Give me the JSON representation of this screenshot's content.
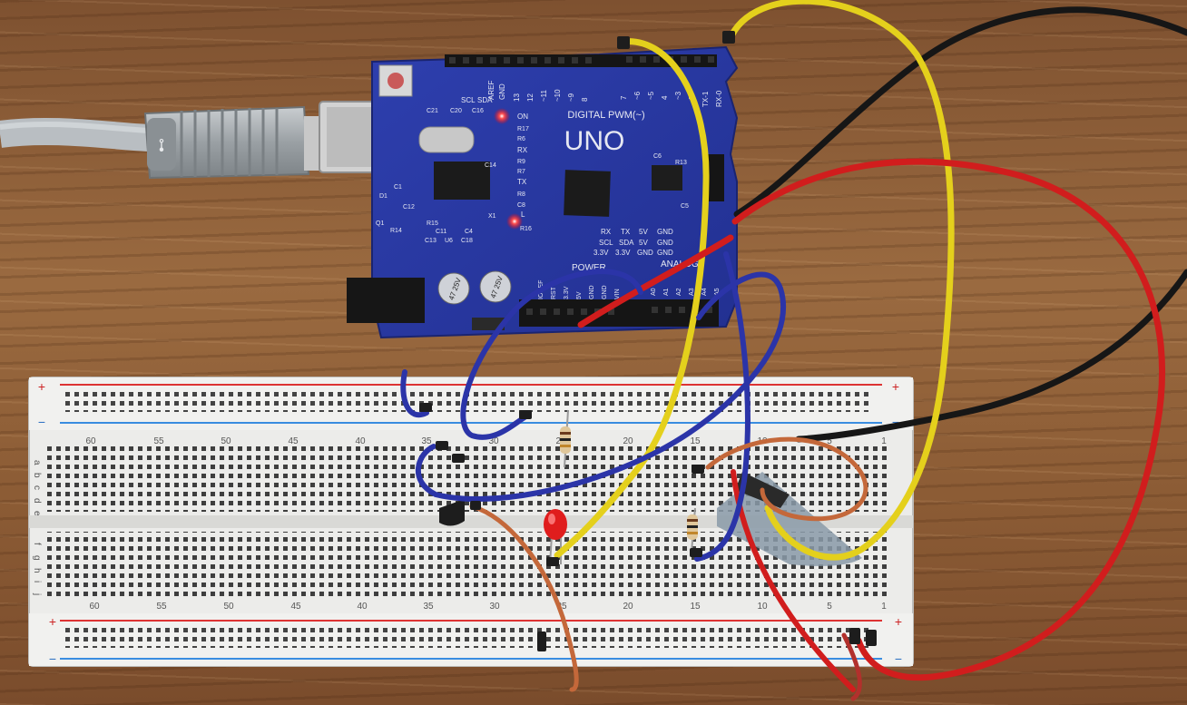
{
  "board": {
    "name": "UNO",
    "digital_label": "DIGITAL PWM(~)",
    "power_label": "POWER",
    "analog_label": "ANALOG",
    "pin_labels": [
      "SCL",
      "SDA",
      "AREF",
      "GND",
      "13",
      "12",
      "~11",
      "~10",
      "~9",
      "8",
      "7",
      "~6",
      "~5",
      "4",
      "~3",
      "2",
      "TX-1",
      "RX-0"
    ],
    "led_labels": [
      "ON",
      "TX",
      "RX",
      "L"
    ],
    "component_labels": [
      "C21",
      "C20",
      "C16",
      "R17",
      "R6",
      "R9",
      "R7",
      "R8",
      "C8",
      "C14",
      "R16",
      "C6",
      "R13",
      "C5",
      "X1",
      "C1",
      "C12",
      "R14",
      "C11",
      "C4",
      "C13",
      "U6",
      "C18",
      "R15",
      "D1",
      "Q1"
    ],
    "header_labels": [
      "RX",
      "TX",
      "5V",
      "GND",
      "SCL",
      "SDA",
      "5V",
      "GND",
      "3.3V",
      "3.3V",
      "GND",
      "GND"
    ],
    "bottom_pins": [
      "IOREF",
      "RST",
      "3.3V",
      "5V",
      "GND",
      "GND",
      "VIN",
      "A0",
      "A1",
      "A2",
      "A3",
      "A4",
      "A5"
    ],
    "capacitor_label": "47 25V",
    "colors": {
      "pcb": "#2b3a9e",
      "led": "#ff2a2a"
    }
  },
  "breadboard": {
    "top_numbers": [
      "60",
      "55",
      "50",
      "45",
      "40",
      "35",
      "30",
      "25",
      "20",
      "15",
      "10",
      "5",
      "1"
    ],
    "bottom_numbers": [
      "60",
      "55",
      "50",
      "45",
      "40",
      "35",
      "30",
      "25",
      "20",
      "15",
      "10",
      "5",
      "1"
    ],
    "top_row_letters": [
      "a",
      "b",
      "c",
      "d",
      "e"
    ],
    "bottom_row_letters": [
      "f",
      "g",
      "h",
      "i",
      "j"
    ],
    "rail_plus": "+",
    "rail_minus": "−"
  },
  "cable": {
    "usb_mark": "⊷"
  },
  "wire_colors": {
    "yellow": "#e4d01c",
    "black": "#161616",
    "red": "#d11d1d",
    "blue": "#2b34a8",
    "orange": "#c4683a"
  }
}
